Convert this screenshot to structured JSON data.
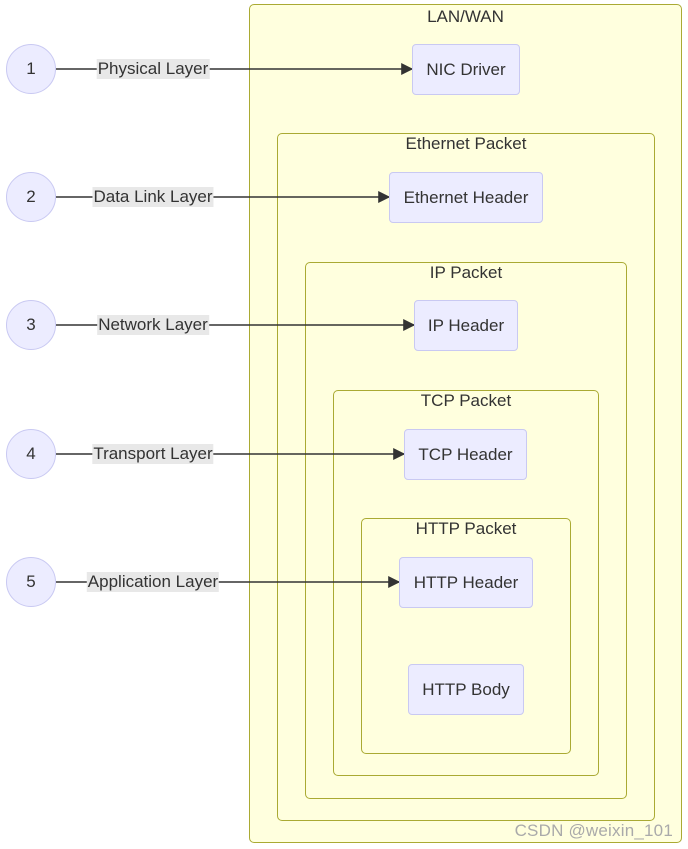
{
  "groups": {
    "lan_wan": "LAN/WAN",
    "ethernet_packet": "Ethernet Packet",
    "ip_packet": "IP Packet",
    "tcp_packet": "TCP Packet",
    "http_packet": "HTTP Packet"
  },
  "nodes": {
    "nic_driver": "NIC Driver",
    "ethernet_header": "Ethernet Header",
    "ip_header": "IP Header",
    "tcp_header": "TCP Header",
    "http_header": "HTTP Header",
    "http_body": "HTTP Body"
  },
  "layers": [
    {
      "number": "1",
      "label": "Physical Layer"
    },
    {
      "number": "2",
      "label": "Data Link Layer"
    },
    {
      "number": "3",
      "label": "Network Layer"
    },
    {
      "number": "4",
      "label": "Transport Layer"
    },
    {
      "number": "5",
      "label": "Application Layer"
    }
  ],
  "watermark": "CSDN @weixin_101",
  "colors": {
    "group_fill": "#ffffde",
    "group_border": "#aaaa33",
    "node_fill": "#ececff",
    "node_border": "#c9c9f2",
    "edge": "#333333",
    "edge_label_bg": "#e8e8e8"
  }
}
